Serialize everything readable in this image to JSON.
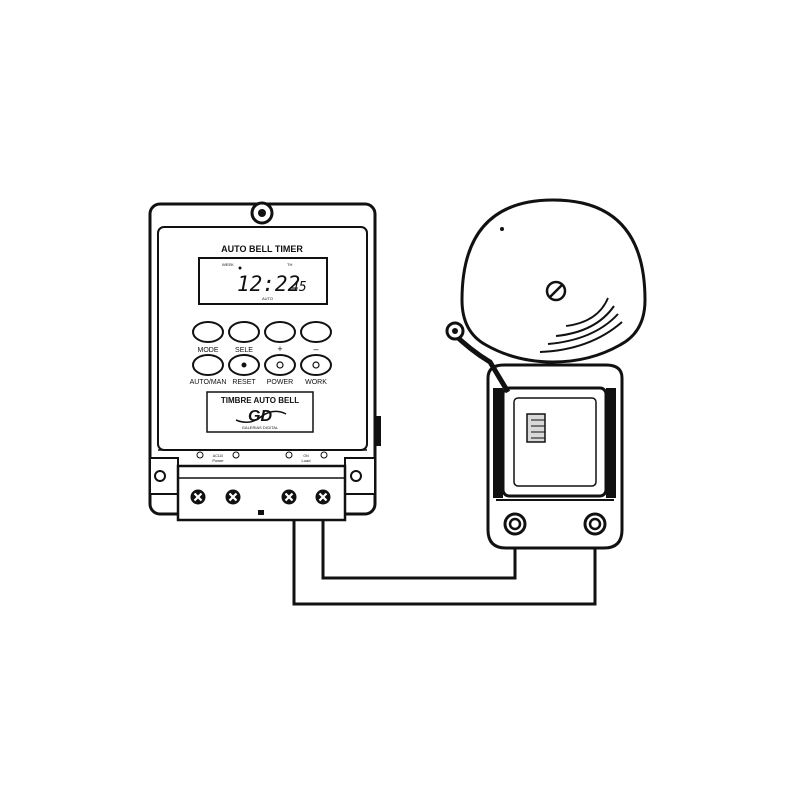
{
  "timer": {
    "title": "AUTO BELL TIMER",
    "display": {
      "week_label": "WEEK",
      "day_label": "TH",
      "time": "12:22",
      "seconds": "45",
      "mode_label": "AUTO"
    },
    "buttons_top": [
      {
        "label": "MODE"
      },
      {
        "label": "SELE"
      },
      {
        "label": "+"
      },
      {
        "label": "–"
      }
    ],
    "buttons_bottom": [
      {
        "label": "AUTO/MAN"
      },
      {
        "label": "RESET"
      },
      {
        "label": "POWER"
      },
      {
        "label": "WORK"
      }
    ],
    "brand_name": "TIMBRE AUTO BELL",
    "brand_logo": "GD",
    "brand_tagline": "GALERIAS DIGITAL",
    "terminal_left_label": "Power",
    "terminal_left_sub": "AC110",
    "terminal_right_label": "Load",
    "terminal_right_sub": "ON"
  },
  "icons": {
    "terminal": "cross-screw-icon",
    "bell": "bell-icon"
  },
  "colors": {
    "line": "#111111",
    "panel": "#ffffff",
    "shade": "#d8d8d8"
  }
}
